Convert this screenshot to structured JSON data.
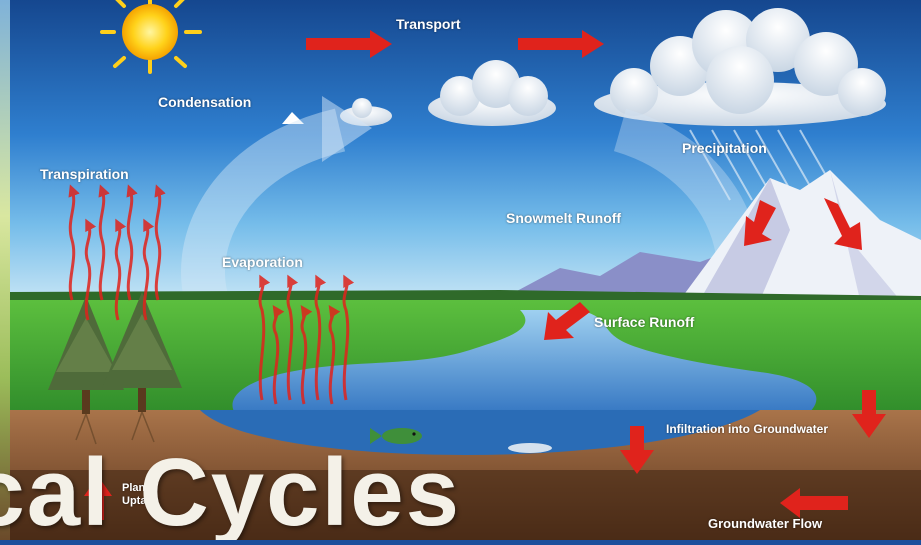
{
  "labels": {
    "transport": "Transport",
    "condensation": "Condensation",
    "precipitation": "Precipitation",
    "transpiration": "Transpiration",
    "snowmelt_runoff": "Snowmelt Runoff",
    "evaporation": "Evaporation",
    "surface_runoff": "Surface Runoff",
    "infiltration": "Infiltration into Groundwater",
    "plant_uptake": "Plant Uptake",
    "groundwater_flow": "Groundwater Flow"
  },
  "title": "nical Cycles",
  "colors": {
    "sky_top": "#1b4f9c",
    "sky_mid": "#3b8fd6",
    "sky_low": "#8cc8ee",
    "grass": "#3ea63a",
    "water": "#4a8fd0",
    "soil": "#8a5a36",
    "arrow_red": "#e0231c",
    "cycle_arrow": "#cfe3f5"
  },
  "icons": [
    "sun-icon",
    "cloud-icon",
    "mountain-icon",
    "tree-icon",
    "fish-icon"
  ]
}
